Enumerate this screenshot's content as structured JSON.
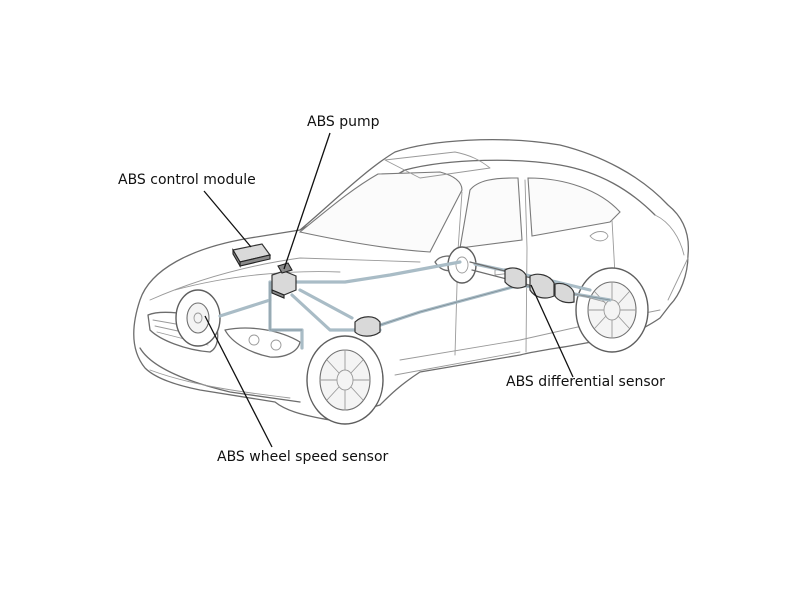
{
  "labels": {
    "abs_pump": "ABS pump",
    "abs_control_module": "ABS control module",
    "abs_differential_sensor": "ABS differential sensor",
    "abs_wheel_speed_sensor": "ABS wheel speed sensor"
  },
  "colors": {
    "outline": "#6d6d6d",
    "brake_lines": "#a9bcc6",
    "leader_lines": "#111111",
    "background": "#ffffff"
  }
}
